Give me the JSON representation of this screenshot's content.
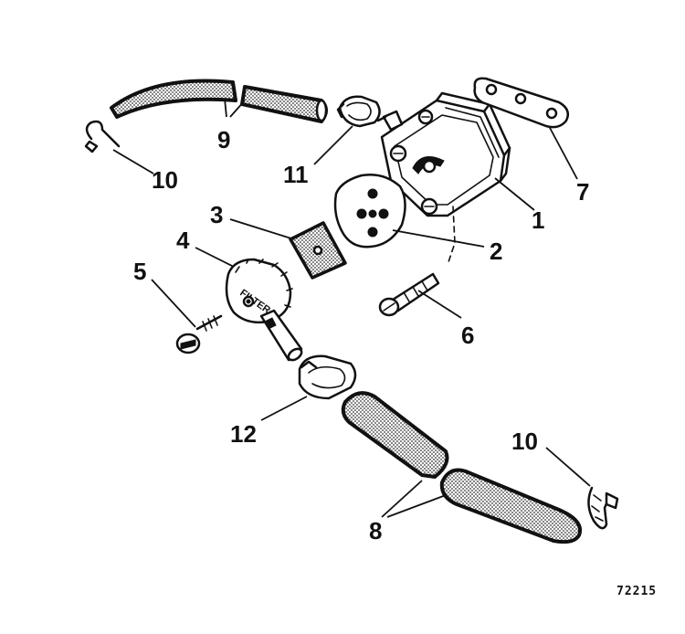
{
  "diagram": {
    "callouts": {
      "c1": "1",
      "c2": "2",
      "c3": "3",
      "c4": "4",
      "c5": "5",
      "c6": "6",
      "c7": "7",
      "c8": "8",
      "c9": "9",
      "c10a": "10",
      "c10b": "10",
      "c11": "11",
      "c12": "12"
    },
    "filter_label": "FILTER",
    "figure_number": "72215"
  }
}
